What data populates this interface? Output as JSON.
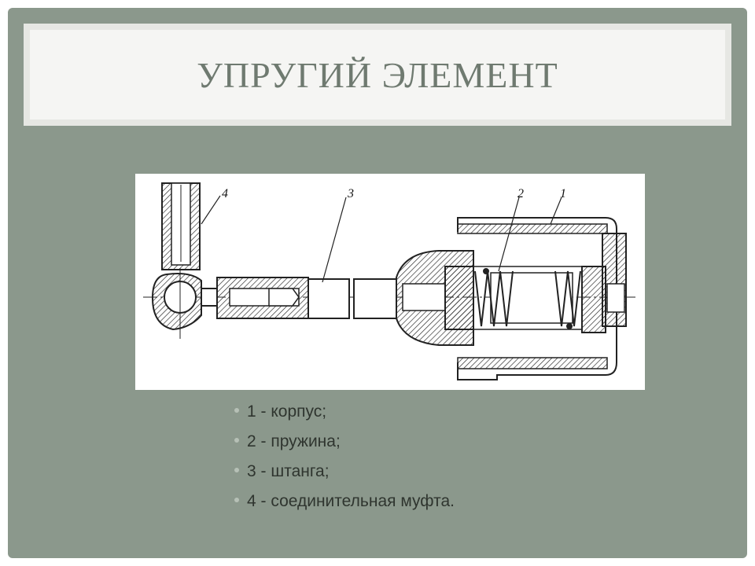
{
  "slide": {
    "title": "УПРУГИЙ ЭЛЕМЕНТ",
    "background_color": "#8b988c",
    "title_band_color": "#f5f5f3"
  },
  "diagram": {
    "callouts": {
      "housing": "1",
      "spring": "2",
      "rod": "3",
      "coupling": "4"
    }
  },
  "legend": {
    "items": [
      {
        "text": "1 - корпус;"
      },
      {
        "text": "2 - пружина;"
      },
      {
        "text": "3 - штанга;"
      },
      {
        "text": "4 - соединительная муфта."
      }
    ]
  }
}
